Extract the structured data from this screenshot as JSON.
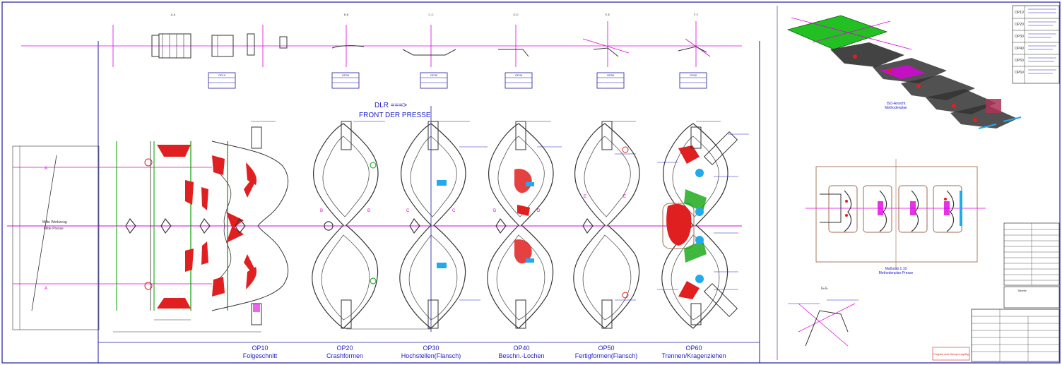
{
  "colors": {
    "frame": "#1a1aa0",
    "label_blue": "#2020c8",
    "magenta": "#e000e0",
    "green": "#00a000",
    "red": "#e02020",
    "part_line": "#333333",
    "brown": "#a06a50",
    "sheet_green": "#22c022",
    "dark_red": "#c00000"
  },
  "drawing": {
    "center_note": {
      "line1": "DLR ===>",
      "line2": "FRONT DER PRESSE"
    },
    "tool_center_labels": {
      "line1": "Mitte Werkzeug",
      "line2": "Mitte Presse"
    },
    "operations": [
      {
        "code": "OP10",
        "name": "Folgeschnitt",
        "section_label": "A-A",
        "box_label": "OP10"
      },
      {
        "code": "OP20",
        "name": "Crashformen",
        "section_label": "B-B",
        "box_label": "OP20"
      },
      {
        "code": "OP30",
        "name": "Hochstellen(Flansch)",
        "section_label": "C-C",
        "box_label": "OP30"
      },
      {
        "code": "OP40",
        "name": "Beschn.-Lochen",
        "section_label": "D-D",
        "box_label": "OP40"
      },
      {
        "code": "OP50",
        "name": "Fertigformen(Flansch)",
        "section_label": "E-E",
        "box_label": "OP50"
      },
      {
        "code": "OP60",
        "name": "Trennen/Kragenziehen",
        "section_label": "F-F",
        "box_label": "OP60"
      }
    ],
    "iso_view": {
      "line1": "ISO-Ansicht",
      "line2": "Methodenplan"
    },
    "scale_view": {
      "line1": "Maßstab 1:10",
      "line2": "Methodenplan Presse"
    },
    "section_gg": "G-G",
    "legend_rows": [
      "OP10",
      "OP20",
      "OP30",
      "OP40",
      "OP50",
      "OP60"
    ],
    "right_table_title": "Tabelle",
    "bottom_note": "Freigabe ohne Stempel ungültig"
  }
}
